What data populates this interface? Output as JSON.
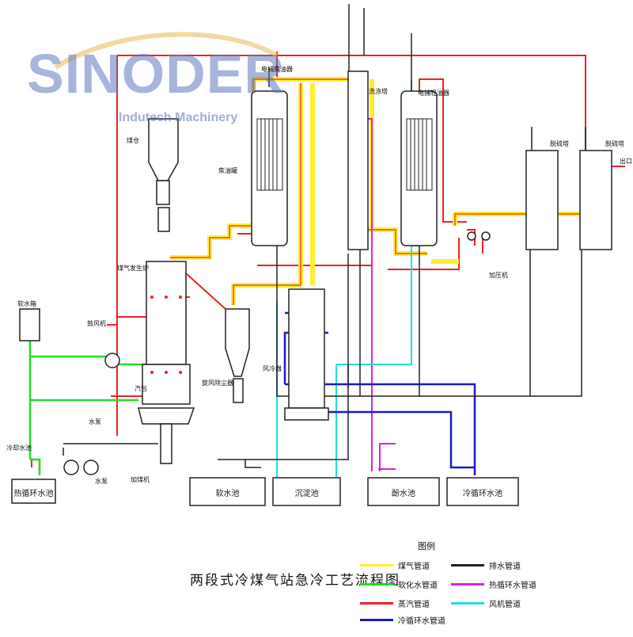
{
  "logo": {
    "brand": "SINODER",
    "tagline": "Indutech Machinery",
    "color": "#6078be"
  },
  "diagram_title": "两段式冷煤气站急冷工艺流程图",
  "legend": {
    "title": "图例",
    "items": [
      {
        "key": "gas",
        "label": "煤气管道",
        "color": "#ffee33"
      },
      {
        "key": "softwater",
        "label": "软化水管道",
        "color": "#22dd22"
      },
      {
        "key": "steam",
        "label": "蒸汽管道",
        "color": "#ee2222"
      },
      {
        "key": "circwater",
        "label": "冷循环水管道",
        "color": "#1a1acc"
      },
      {
        "key": "drain",
        "label": "排水管道",
        "color": "#222222"
      },
      {
        "key": "hotwater",
        "label": "热循环水管道",
        "color": "#dd22dd"
      },
      {
        "key": "wind",
        "label": "风机管道",
        "color": "#22dddd"
      }
    ]
  },
  "equipment": {
    "coal_bin": "煤仓",
    "gasifier": "煤气发生炉",
    "cyclone": "旋风除尘器",
    "air_cooler": "风冷器",
    "ep_upper": "电捕焦油器",
    "wash_tower": "洗涤塔",
    "ep_lower": "电捕轻油器",
    "blower": "加压机",
    "desulf_1": "脱硫塔",
    "desulf_2": "脱硫塔",
    "tar_tank": "焦油罐",
    "fan": "鼓风机",
    "soft_tank": "软水箱",
    "water_pump": "水泵",
    "steam_drum": "汽包",
    "coal_feeder": "加煤机",
    "outlet": "出口",
    "pool_label": "冷却水池",
    "pump_label": "水泵"
  },
  "pools": [
    {
      "label": "软水池"
    },
    {
      "label": "沉淀池"
    },
    {
      "label": "酚水池"
    },
    {
      "label": "冷循环水池"
    },
    {
      "label": "热循环水池"
    }
  ]
}
